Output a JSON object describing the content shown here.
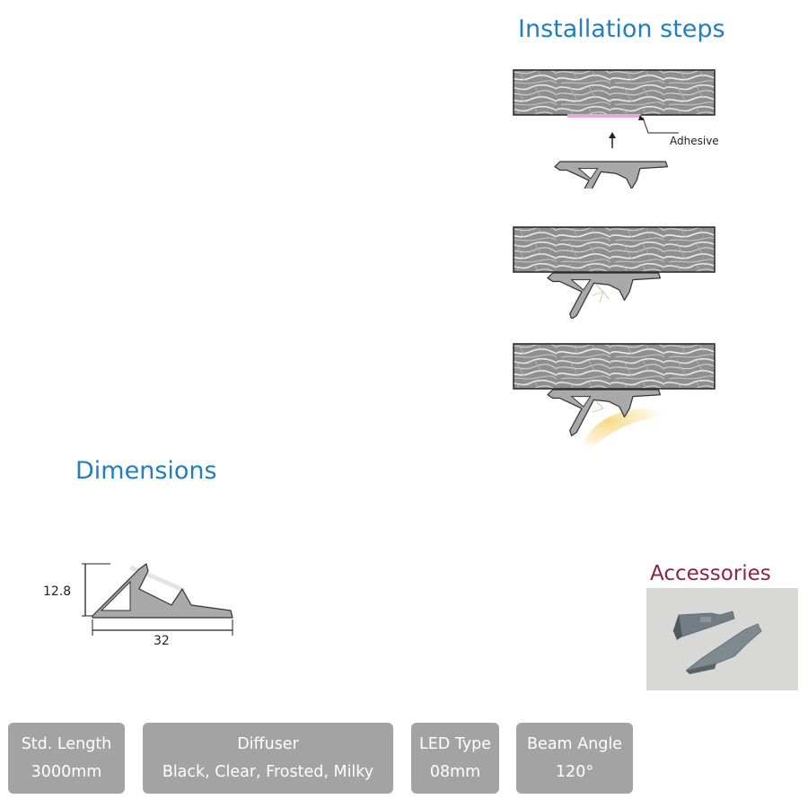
{
  "installation": {
    "title": "Installation steps",
    "adhesive_label": "Adhesive"
  },
  "dimensions": {
    "title": "Dimensions",
    "height": "12.8",
    "width": "32"
  },
  "accessories": {
    "title": "Accessories"
  },
  "specs": [
    {
      "label": "Std. Length",
      "value": "3000mm"
    },
    {
      "label": "Diffuser",
      "value": "Black, Clear, Frosted, Milky"
    },
    {
      "label": "LED Type",
      "value": "08mm"
    },
    {
      "label": "Beam Angle",
      "value": "120°"
    }
  ],
  "colors": {
    "heading_blue": "#1f7fc1",
    "heading_maroon": "#8b2346",
    "spec_box": "#a3a3a3",
    "profile_grey": "#a9a9a9",
    "adhesive_pink": "#e6a8d7"
  }
}
